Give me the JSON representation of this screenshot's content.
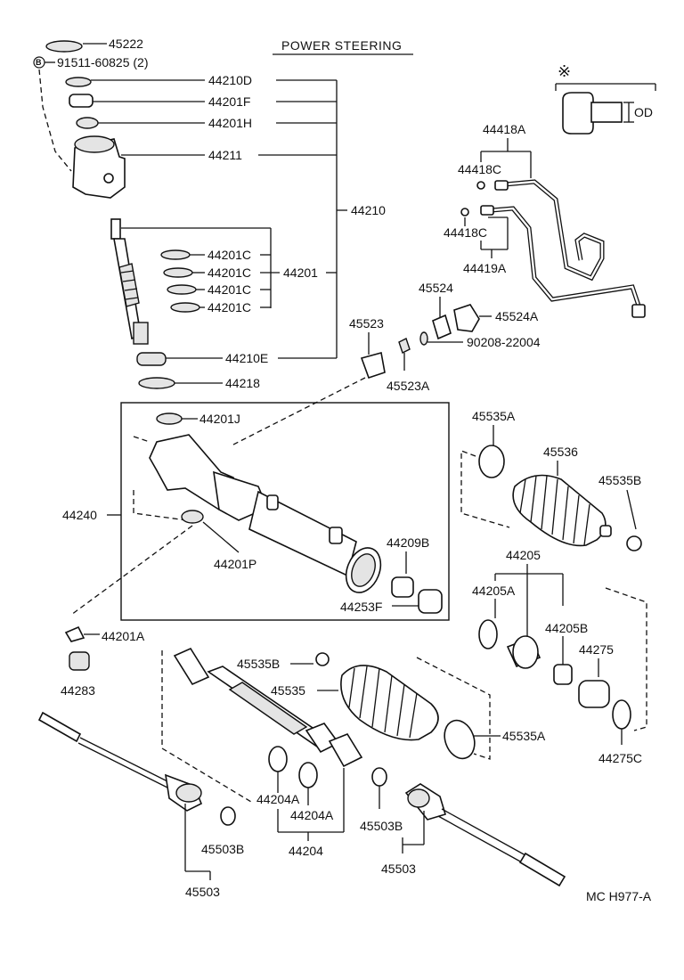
{
  "title": "POWER STEERING",
  "reference": "MC H977-A",
  "note_mark": "※",
  "od_label": "OD",
  "bolt_marker": "B",
  "labels": {
    "p45222": "45222",
    "p91511": "91511-60825 (2)",
    "p44210D": "44210D",
    "p44201F": "44201F",
    "p44201H": "44201H",
    "p44211": "44211",
    "p44210": "44210",
    "p44201C_1": "44201C",
    "p44201C_2": "44201C",
    "p44201C_3": "44201C",
    "p44201C_4": "44201C",
    "p44201": "44201",
    "p44210E": "44210E",
    "p44218": "44218",
    "p44418A": "44418A",
    "p44418C_1": "44418C",
    "p44418C_2": "44418C",
    "p44419A": "44419A",
    "p45524": "45524",
    "p45524A": "45524A",
    "p45523": "45523",
    "p90208": "90208-22004",
    "p45523A": "45523A",
    "p44201J": "44201J",
    "p44240": "44240",
    "p44201P": "44201P",
    "p44209B": "44209B",
    "p44253F": "44253F",
    "p45535A_1": "45535A",
    "p45536": "45536",
    "p45535B_1": "45535B",
    "p44205": "44205",
    "p44205A": "44205A",
    "p44205B": "44205B",
    "p44275": "44275",
    "p44275C": "44275C",
    "p44201A": "44201A",
    "p44283": "44283",
    "p45535B_2": "45535B",
    "p45535": "45535",
    "p45535A_2": "45535A",
    "p44204A_1": "44204A",
    "p44204A_2": "44204A",
    "p44204": "44204",
    "p45503B_1": "45503B",
    "p45503_1": "45503",
    "p45503B_2": "45503B",
    "p45503_2": "45503"
  }
}
